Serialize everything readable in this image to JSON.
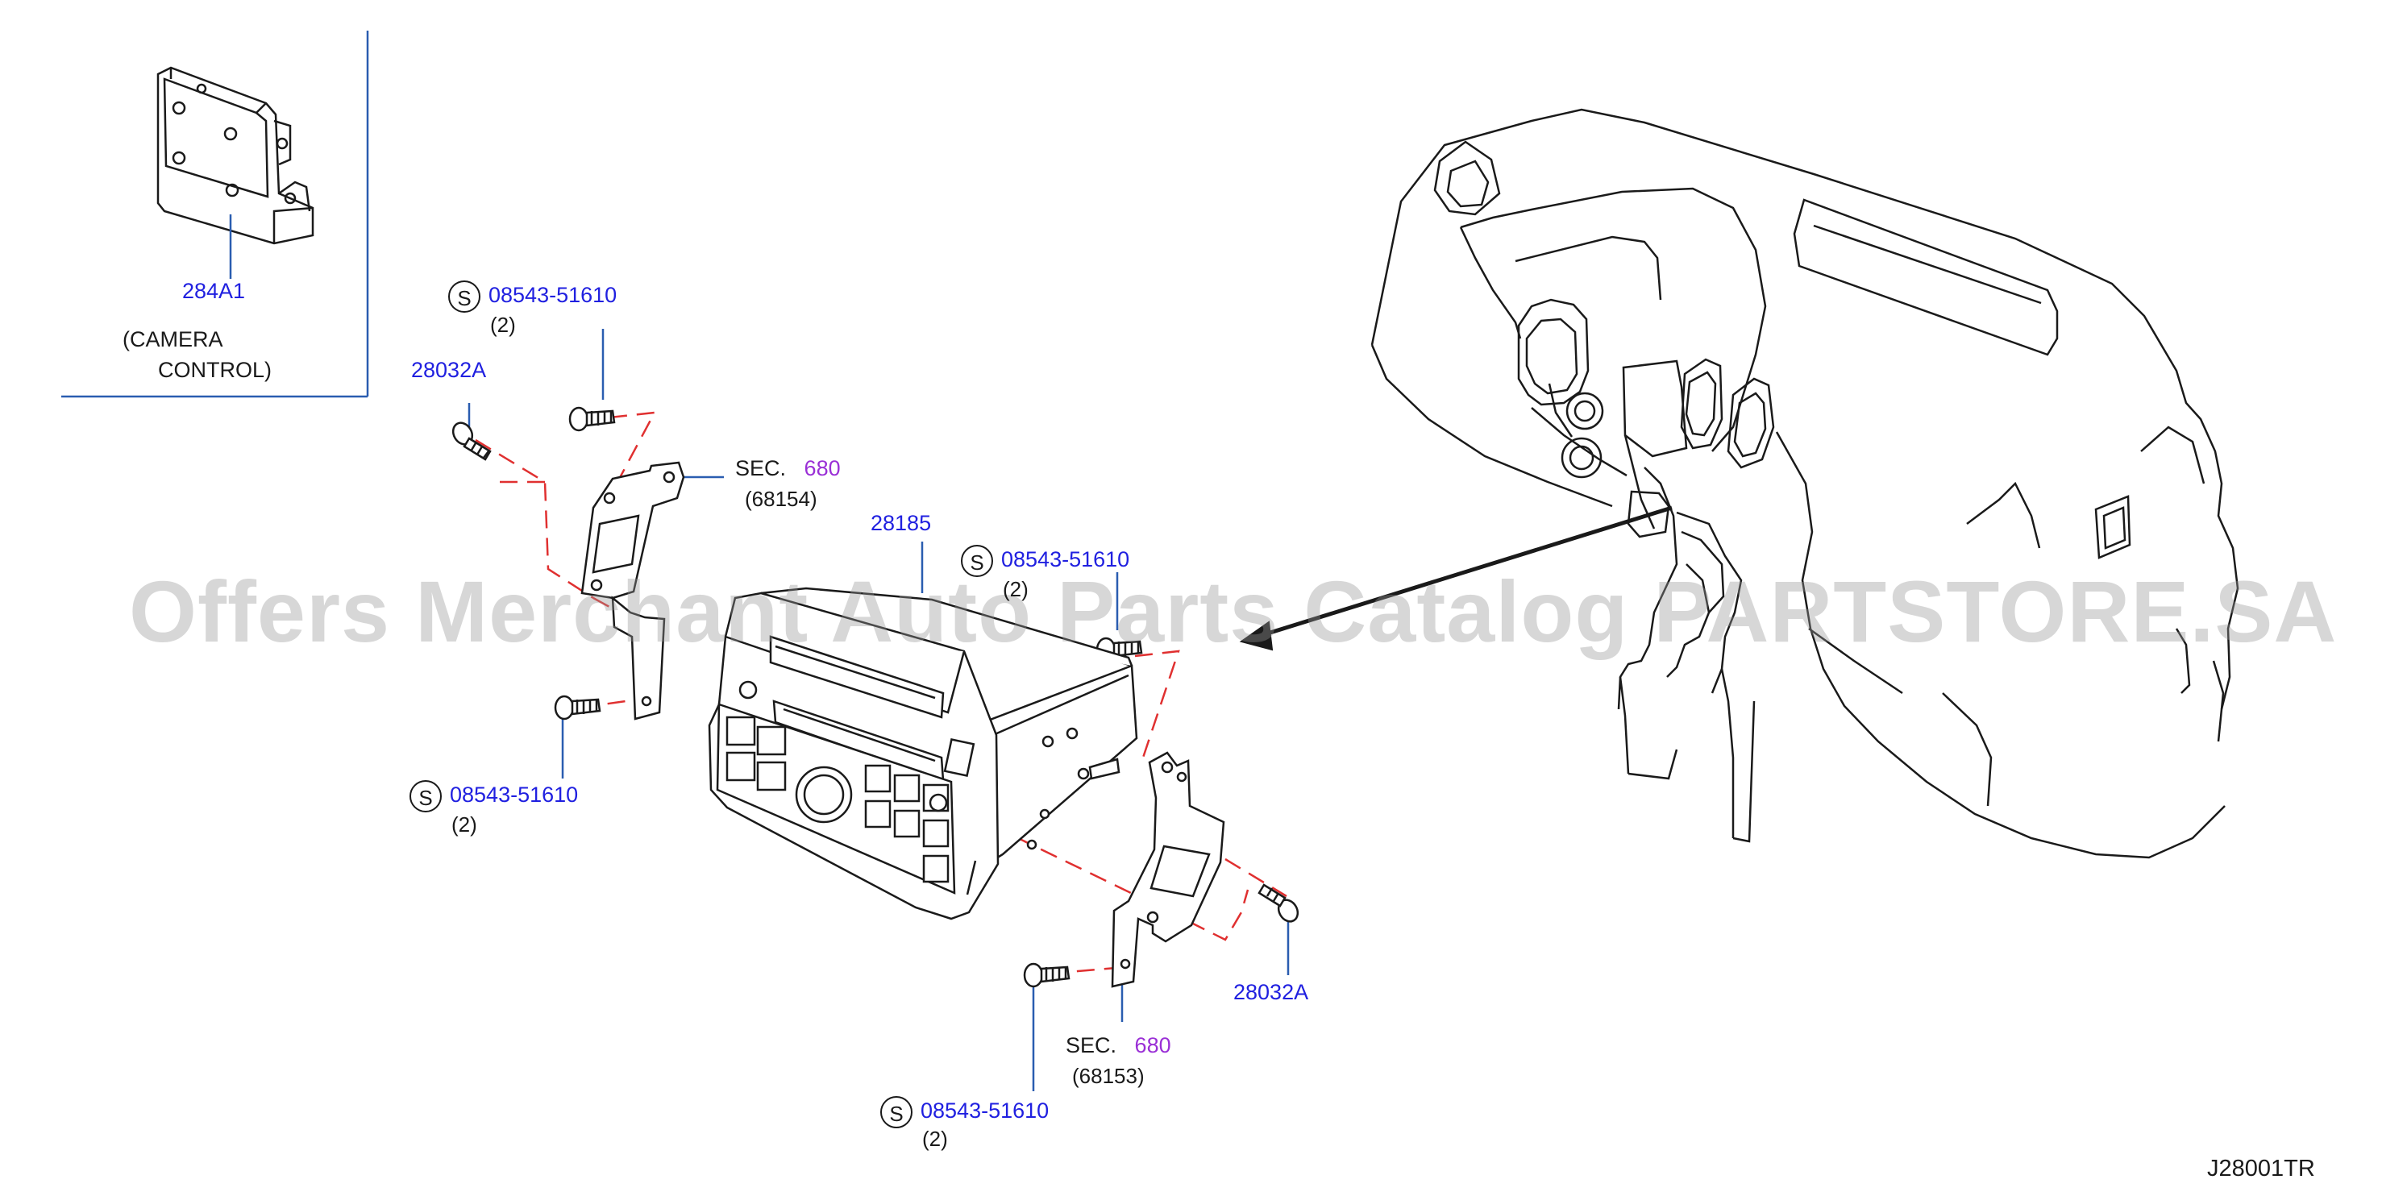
{
  "watermark": "Offers Merchant Auto Parts Catalog PARTSTORE.SA",
  "diagram_id": "J28001TR",
  "camera_box": {
    "part_no": "284A1",
    "caption_line1": "(CAMERA",
    "caption_line2": "CONTROL)"
  },
  "callouts": {
    "screw_top": {
      "symbol": "S",
      "part_no": "08543-51610",
      "qty": "(2)"
    },
    "screw_left": {
      "symbol": "S",
      "part_no": "08543-51610",
      "qty": "(2)"
    },
    "screw_right": {
      "symbol": "S",
      "part_no": "08543-51610",
      "qty": "(2)"
    },
    "screw_bottom": {
      "symbol": "S",
      "part_no": "08543-51610",
      "qty": "(2)"
    },
    "bolt_left": {
      "part_no": "28032A"
    },
    "bolt_right": {
      "part_no": "28032A"
    },
    "audio_unit": {
      "part_no": "28185"
    },
    "bracket_left": {
      "sec": "SEC.",
      "sec_no": "680",
      "ref": "(68154)"
    },
    "bracket_right": {
      "sec": "SEC.",
      "sec_no": "680",
      "ref": "(68153)"
    }
  },
  "colors": {
    "part_number": "#2020e0",
    "section_number": "#9a2fd6",
    "leader_line": "#2a5db0",
    "dashed_outline": "#e03030",
    "drawing": "#1a1a1a"
  }
}
